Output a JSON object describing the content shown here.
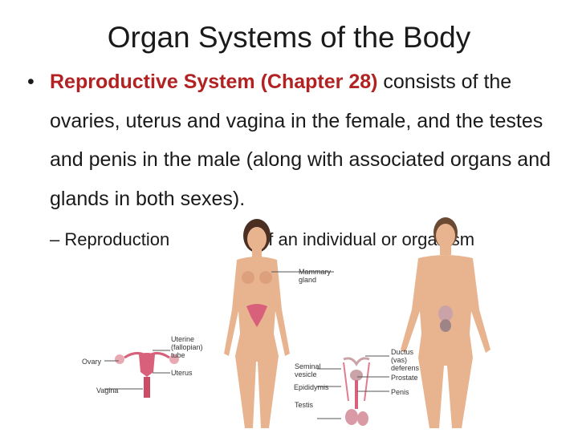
{
  "slide": {
    "title": "Organ Systems of the Body",
    "bullet_marker": "•",
    "bullet_highlight": "Reproductive System (Chapter 28)",
    "bullet_rest": " consists of the ovaries, uterus and vagina in the female, and the testes and penis in the male (along with associated organs and glands in both sexes).",
    "sub_bullet_start": "– Reproduction",
    "sub_bullet_end": "of an individual or organism"
  },
  "figure_labels": {
    "mammary_gland": "Mammary\ngland",
    "uterine_tube": "Uterine\n(fallopian)\ntube",
    "ovary": "Ovary",
    "uterus": "Uterus",
    "vagina": "Vagina",
    "seminal_vesicle": "Seminal\nvesicle",
    "epididymis": "Epididymis",
    "testis": "Testis",
    "ductus_deferens": "Ductus\n(vas)\ndeferens",
    "prostate": "Prostate",
    "penis": "Penis"
  },
  "colors": {
    "highlight": "#b22222",
    "skin": "#e8b48f",
    "organ": "#d9607a"
  }
}
